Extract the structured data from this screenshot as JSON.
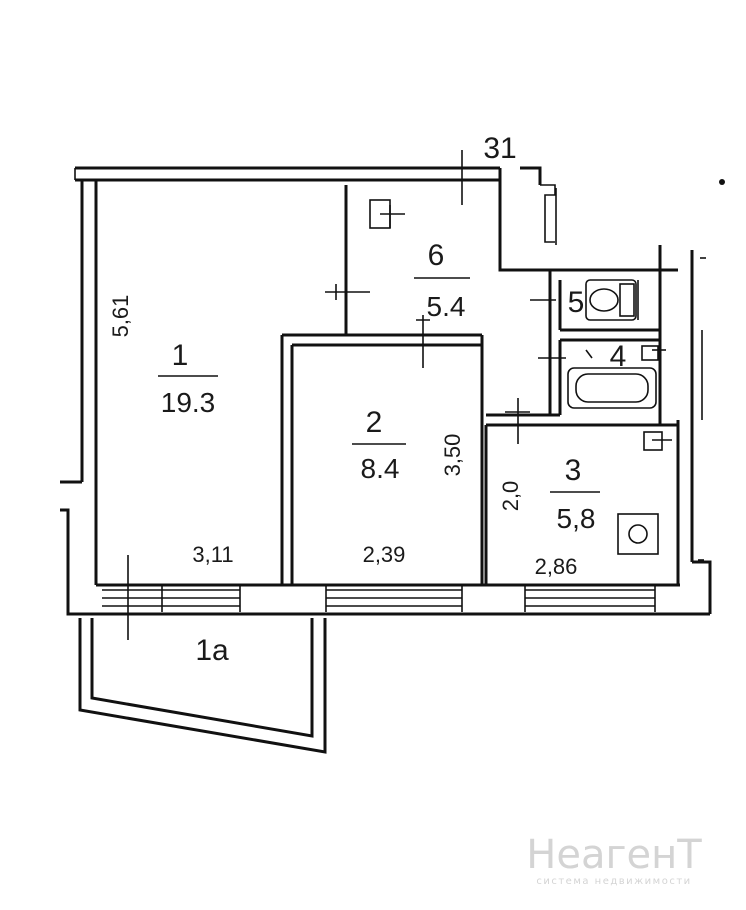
{
  "plan": {
    "corridor_number": "31",
    "rooms": [
      {
        "number": "1",
        "area": "19.3"
      },
      {
        "number": "2",
        "area": "8.4"
      },
      {
        "number": "3",
        "area": "5,8"
      },
      {
        "number": "4",
        "area": ""
      },
      {
        "number": "5",
        "area": ""
      },
      {
        "number": "6",
        "area": "5.4"
      },
      {
        "number": "1a",
        "area": ""
      }
    ],
    "dimensions": {
      "room1_side": "5,61",
      "room1_bottom": "3,11",
      "room2_side": "3,50",
      "room2_bottom": "2,39",
      "room3_side": "2,0",
      "room3_bottom": "2,86"
    }
  },
  "watermark": {
    "brand": "НеагенТ",
    "tagline": "система недвижимости"
  },
  "colors": {
    "line": "#111111",
    "background": "#ffffff",
    "watermark": "#d4d4d4"
  }
}
